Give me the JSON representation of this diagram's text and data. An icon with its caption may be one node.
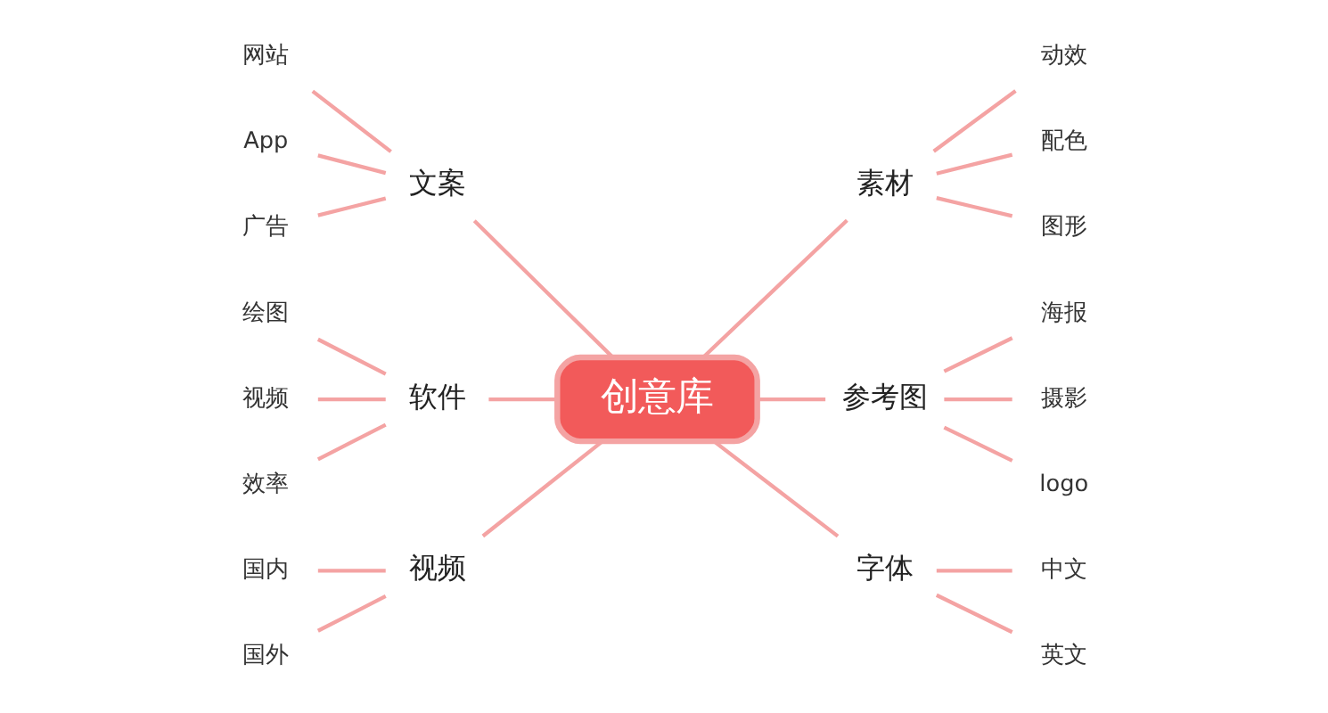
{
  "diagram": {
    "nodes": [
      {
        "text": [
          "创意库"
        ]
      },
      {
        "text": [
          "文案"
        ]
      },
      {
        "text": [
          "网站"
        ]
      },
      {
        "text": [
          "App"
        ]
      },
      {
        "text": [
          "广告"
        ]
      },
      {
        "text": [
          "软件"
        ]
      },
      {
        "text": [
          "绘图"
        ]
      },
      {
        "text": [
          "视频"
        ]
      },
      {
        "text": [
          "效率"
        ]
      },
      {
        "text": [
          "视频"
        ]
      },
      {
        "text": [
          "国内"
        ]
      },
      {
        "text": [
          "国外"
        ]
      },
      {
        "text": [
          "素材"
        ]
      },
      {
        "text": [
          "动效"
        ]
      },
      {
        "text": [
          "配色"
        ]
      },
      {
        "text": [
          "图形"
        ]
      },
      {
        "text": [
          "参考图"
        ]
      },
      {
        "text": [
          "海报"
        ]
      },
      {
        "text": [
          "摄影"
        ]
      },
      {
        "text": [
          "logo"
        ]
      },
      {
        "text": [
          "字体"
        ]
      },
      {
        "text": [
          "中文"
        ]
      },
      {
        "text": [
          "英文"
        ]
      }
    ],
    "edges": [
      {
        "from": 0,
        "to": 1,
        "arrow": "none"
      },
      {
        "from": 1,
        "to": 2,
        "arrow": "none"
      },
      {
        "from": 1,
        "to": 3,
        "arrow": "none"
      },
      {
        "from": 1,
        "to": 4,
        "arrow": "none"
      },
      {
        "from": 0,
        "to": 5,
        "arrow": "none"
      },
      {
        "from": 5,
        "to": 6,
        "arrow": "none"
      },
      {
        "from": 5,
        "to": 7,
        "arrow": "none"
      },
      {
        "from": 5,
        "to": 8,
        "arrow": "none"
      },
      {
        "from": 0,
        "to": 9,
        "arrow": "none"
      },
      {
        "from": 9,
        "to": 10,
        "arrow": "none"
      },
      {
        "from": 9,
        "to": 11,
        "arrow": "none"
      },
      {
        "from": 0,
        "to": 12,
        "arrow": "none"
      },
      {
        "from": 12,
        "to": 13,
        "arrow": "none"
      },
      {
        "from": 12,
        "to": 14,
        "arrow": "none"
      },
      {
        "from": 12,
        "to": 15,
        "arrow": "none"
      },
      {
        "from": 0,
        "to": 16,
        "arrow": "none"
      },
      {
        "from": 16,
        "to": 17,
        "arrow": "none"
      },
      {
        "from": 16,
        "to": 18,
        "arrow": "none"
      },
      {
        "from": 16,
        "to": 19,
        "arrow": "none"
      },
      {
        "from": 0,
        "to": 20,
        "arrow": "none"
      },
      {
        "from": 20,
        "to": 21,
        "arrow": "none"
      },
      {
        "from": 20,
        "to": 22,
        "arrow": "none"
      }
    ]
  }
}
